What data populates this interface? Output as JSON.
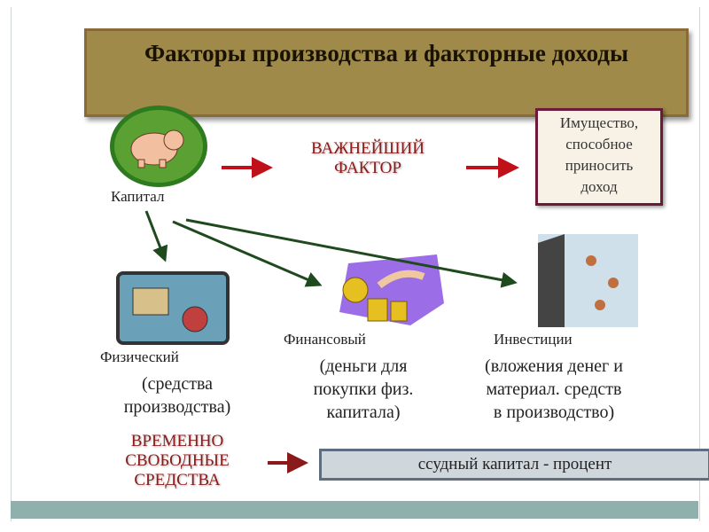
{
  "title": "Факторы производства и факторные доходы",
  "capital_label": "Капитал",
  "key_factor": [
    "ВАЖНЕЙШИЙ",
    "ФАКТОР"
  ],
  "property_box": [
    "Имущество,",
    "способное",
    "приносить",
    "доход"
  ],
  "physical": {
    "label": "Физический",
    "desc": [
      "(средства",
      "производства)"
    ]
  },
  "financial": {
    "label": "Финансовый",
    "desc": [
      "(деньги для",
      "покупки физ.",
      "капитала)"
    ]
  },
  "investment": {
    "label": "Инвестиции",
    "desc": [
      "(вложения денег и",
      "материал. средств",
      "в производство)"
    ]
  },
  "free_funds": [
    "ВРЕМЕННО",
    "СВОБОДНЫЕ",
    "СРЕДСТВА"
  ],
  "loan_capital": "ссудный капитал - процент",
  "colors": {
    "title_bg": "#a08a4a",
    "red_arrow": "#c0101a",
    "green_arrow": "#1e4a1e",
    "band": "#8fb0ad"
  }
}
